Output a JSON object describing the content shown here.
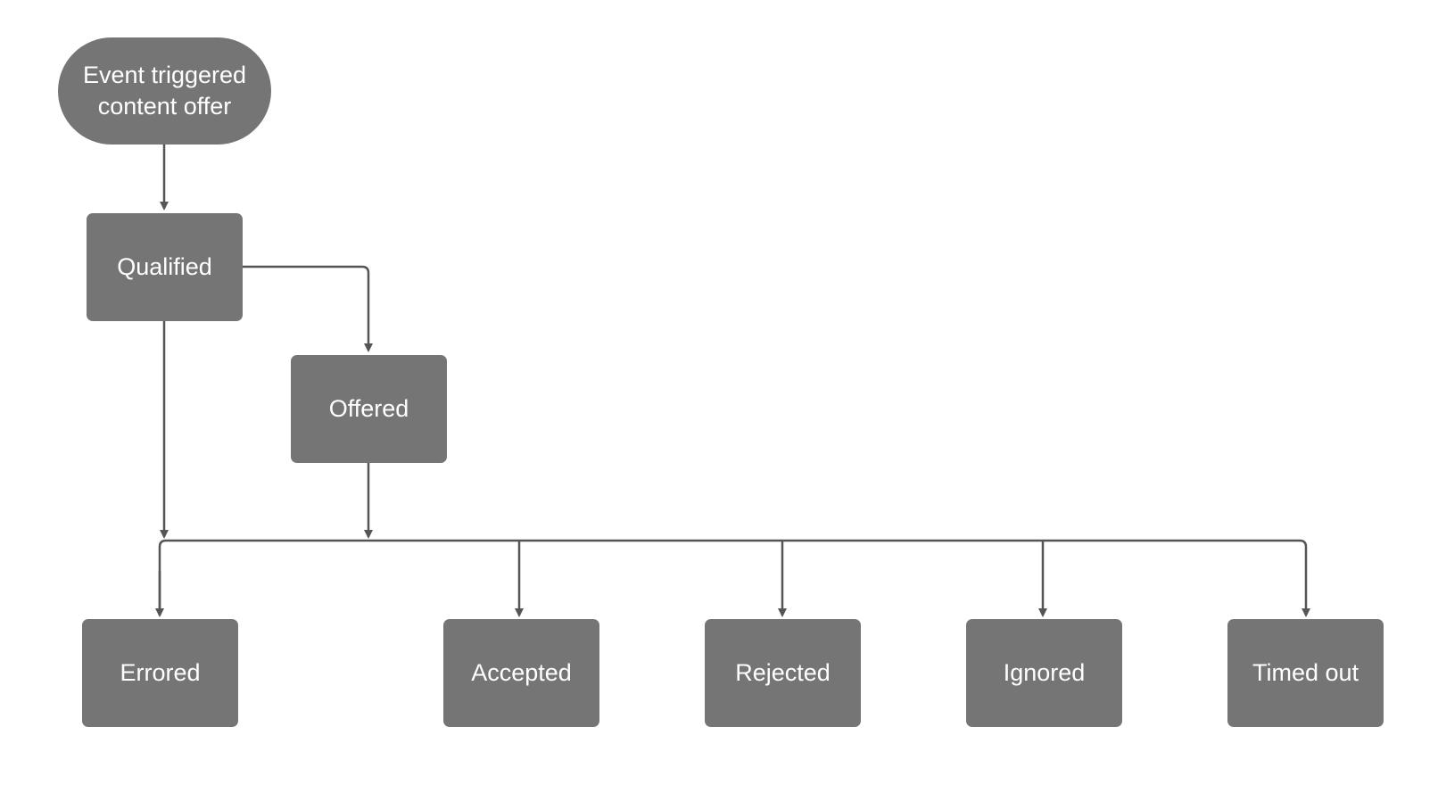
{
  "nodes": {
    "start": "Event triggered\ncontent offer",
    "qualified": "Qualified",
    "offered": "Offered",
    "errored": "Errored",
    "accepted": "Accepted",
    "rejected": "Rejected",
    "ignored": "Ignored",
    "timed_out": "Timed out"
  },
  "colors": {
    "node_fill": "#757575",
    "node_text": "#ffffff",
    "connector": "#555555"
  }
}
